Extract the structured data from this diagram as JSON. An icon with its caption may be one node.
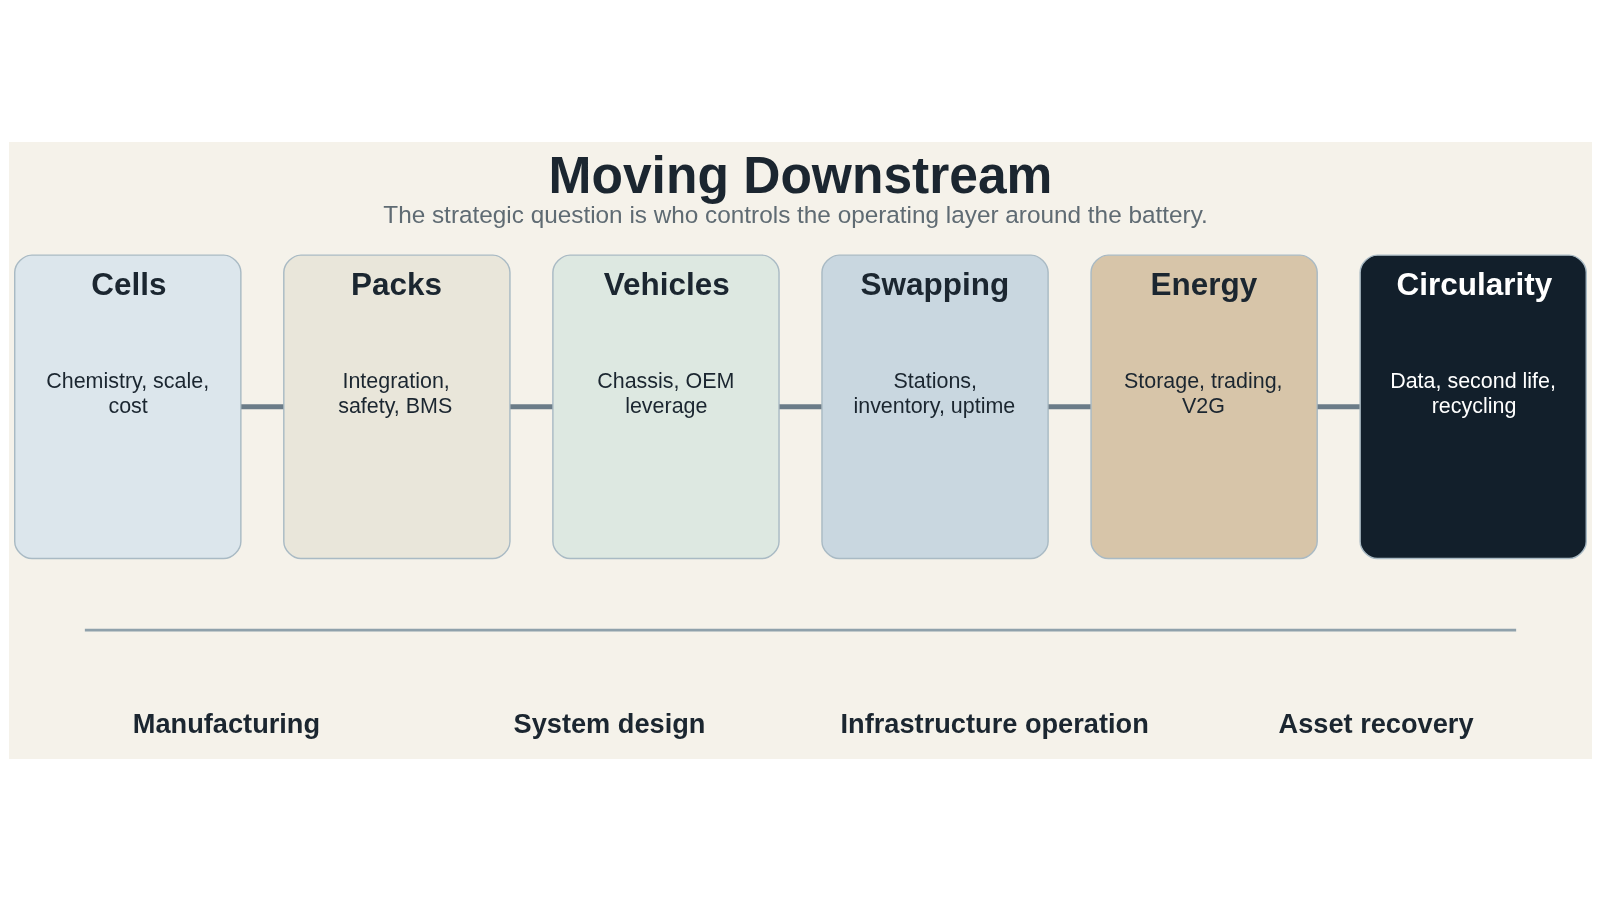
{
  "diagram": {
    "title": "Moving Downstream",
    "caption": "The strategic question is who controls the operating layer around the battery.",
    "nodes": [
      {
        "text": [
          "Cells",
          "Chemistry, scale, cost"
        ]
      },
      {
        "text": [
          "Packs",
          "Integration, safety, BMS"
        ]
      },
      {
        "text": [
          "Vehicles",
          "Chassis, OEM leverage"
        ]
      },
      {
        "text": [
          "Swapping",
          "Stations, inventory, uptime"
        ]
      },
      {
        "text": [
          "Energy",
          "Storage, trading, V2G"
        ]
      },
      {
        "text": [
          "Circularity",
          "Data, second life, recycling"
        ]
      }
    ],
    "edges": [
      {
        "from": 0,
        "to": 1,
        "arrow": "none"
      },
      {
        "from": 1,
        "to": 2,
        "arrow": "none"
      },
      {
        "from": 2,
        "to": 3,
        "arrow": "none"
      },
      {
        "from": 3,
        "to": 4,
        "arrow": "none"
      },
      {
        "from": 4,
        "to": 5,
        "arrow": "none"
      }
    ],
    "labels": [
      "Manufacturing",
      "System design",
      "Infrastructure operation",
      "Asset recovery"
    ]
  }
}
